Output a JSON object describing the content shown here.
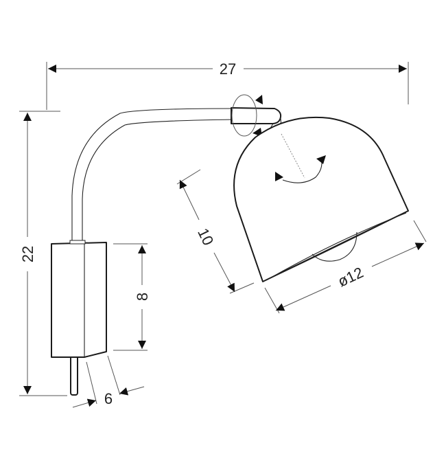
{
  "dimensions": {
    "width": "27",
    "height": "22",
    "shade_height": "10",
    "shade_diameter": "ø12",
    "base_height": "8",
    "base_depth": "6"
  },
  "colors": {
    "line": "#1a1a1a",
    "dimension": "#555555",
    "background": "#ffffff"
  }
}
